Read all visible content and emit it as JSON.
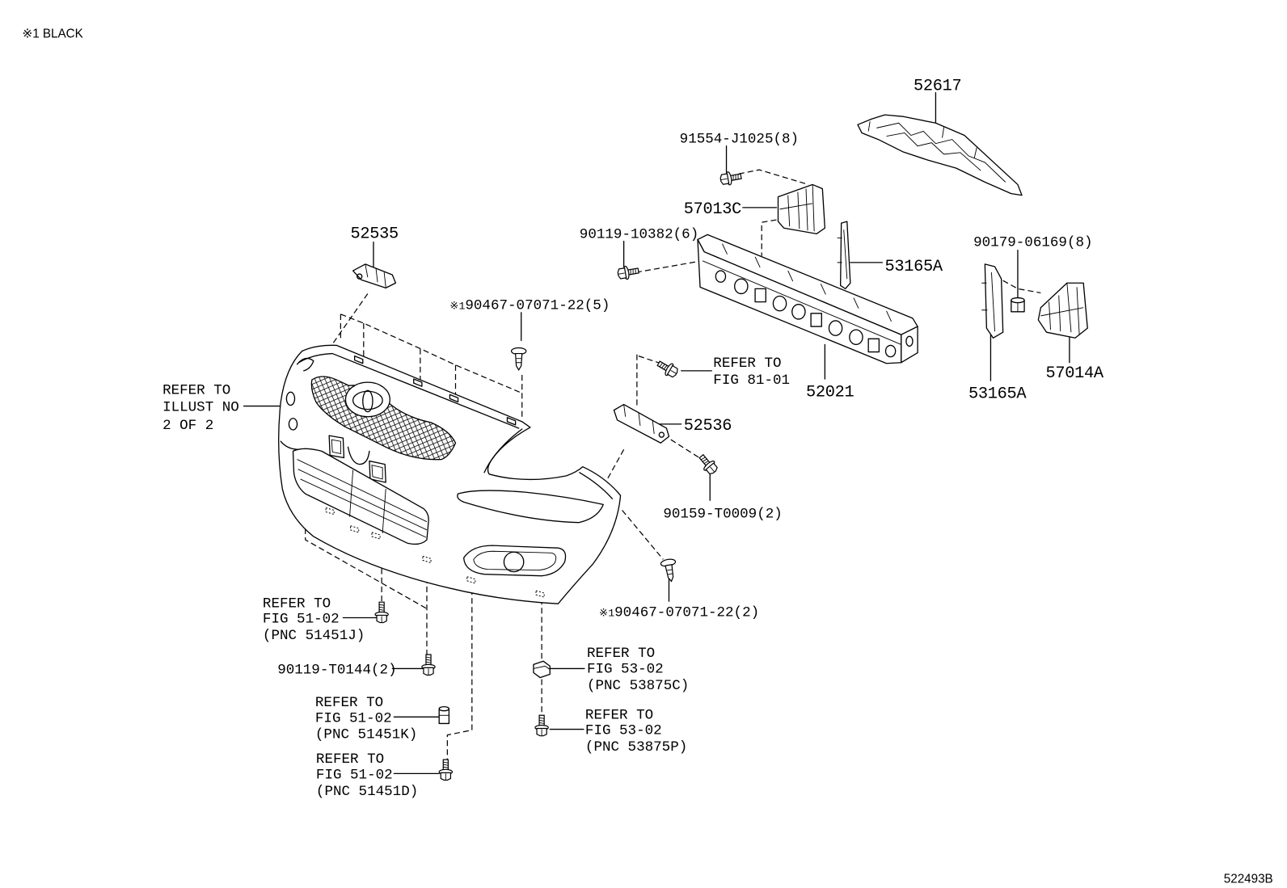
{
  "note": "※1 BLACK",
  "figure_id": "522493B",
  "colors": {
    "ink": "#000000",
    "background": "#ffffff"
  },
  "callouts": {
    "p52617": "52617",
    "p91554": "91554-J1025(8)",
    "p57013C": "57013C",
    "p90119_10382": "90119-10382(6)",
    "p53165A_upper": "53165A",
    "p52535": "52535",
    "p90179": "90179-06169(8)",
    "p90467_upper": {
      "mark": "※1",
      "part": "90467-07071-22(5)"
    },
    "p52021": "52021",
    "p53165A_lower": "53165A",
    "p57014A": "57014A",
    "p52536": "52536",
    "p90159": "90159-T0009(2)",
    "p90467_lower": {
      "mark": "※1",
      "part": "90467-07071-22(2)"
    },
    "p90119_T0144": "90119-T0144(2)"
  },
  "references": {
    "illust_2of2": [
      "REFER TO",
      "ILLUST NO",
      "2 OF 2"
    ],
    "fig81_01": [
      "REFER TO",
      "FIG 81-01"
    ],
    "pnc51451J": [
      "REFER TO",
      "FIG 51-02",
      "(PNC 51451J)"
    ],
    "pnc53875C": [
      "REFER TO",
      "FIG 53-02",
      "(PNC 53875C)"
    ],
    "pnc51451K": [
      "REFER TO",
      "FIG 51-02",
      "(PNC 51451K)"
    ],
    "pnc53875P": [
      "REFER TO",
      "FIG 53-02",
      "(PNC 53875P)"
    ],
    "pnc51451D": [
      "REFER TO",
      "FIG 51-02",
      "(PNC 51451D)"
    ]
  }
}
